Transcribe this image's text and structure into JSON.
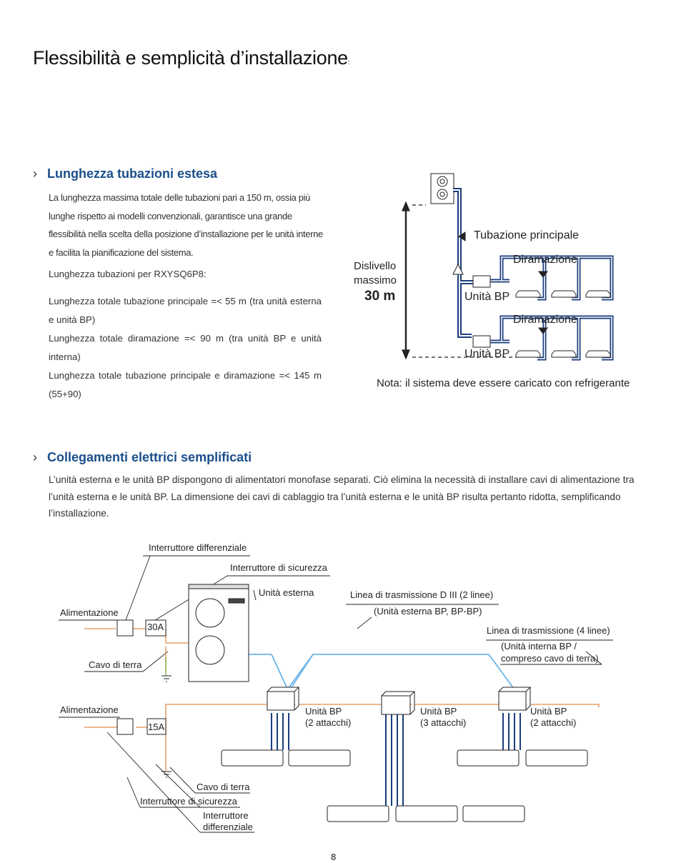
{
  "page": {
    "title": "Flessibilità e semplicità d’installazione",
    "title_suffix": ":",
    "page_number": "8"
  },
  "section1": {
    "chevron": "›",
    "heading": "Lunghezza tubazioni estesa",
    "paragraph": "La lunghezza massima totale delle tubazioni pari a 150 m, ossia più lunghe rispetto ai modelli convenzionali, garantisce una grande flessibilità nella scelta della posizione d’installazione per le unità interne e facilita la pianificazione del sistema.",
    "specs_title": "Lunghezza tubazioni per RXYSQ6P8:",
    "spec_1": "Lunghezza totale tubazione principale =< 55 m (tra unità esterna e unità BP)",
    "spec_2": "Lunghezza totale diramazione =< 90 m (tra unità BP e unità interna)",
    "spec_3": "Lunghezza totale tubazione principale e diramazione =< 145 m (55+90)"
  },
  "piping_diagram": {
    "level_diff_line1": "Dislivello",
    "level_diff_line2": "massimo",
    "level_diff_value": "30 m",
    "main_pipe": "Tubazione principale",
    "branch_1": "Diramazione",
    "branch_2": "Diramazione",
    "bp_unit_1": "Unità BP",
    "bp_unit_2": "Unità BP",
    "note": "Nota: il sistema deve essere caricato con refrigerante",
    "colors": {
      "pipe_outer": "#1a3d7c",
      "pipe_inner": "#ffffff",
      "line": "#222222"
    }
  },
  "section2": {
    "chevron": "›",
    "heading": "Collegamenti elettrici semplificati",
    "paragraph": "L’unità esterna e le unità BP dispongono di alimentatori monofase separati. Ciò elimina la necessità di installare cavi di alimentazione tra l’unità esterna e le unità BP. La dimensione dei cavi di cablaggio tra l’unità esterna e le unità BP risulta pertanto ridotta, semplificando l’installazione."
  },
  "wiring_diagram": {
    "rcd_top": "Interruttore differenziale",
    "breaker_top": "Interruttore di sicurezza",
    "outdoor_unit": "Unità esterna",
    "transmission_1": "Linea di trasmissione D III (2 linee)",
    "transmission_1_sub": "(Unità esterna BP, BP-BP)",
    "transmission_2": "Linea di trasmissione (4 linee)",
    "transmission_2_sub_1": "(Unità interna BP /",
    "transmission_2_sub_2": "compreso cavo di terra)",
    "power_supply_1": "Alimentazione",
    "fuse_1": "30A",
    "earth_cable_1": "Cavo di terra",
    "power_supply_2": "Alimentazione",
    "fuse_2": "15A",
    "bp_a_1": "Unità BP",
    "bp_a_2": "(2 attacchi)",
    "bp_b_1": "Unità BP",
    "bp_b_2": "(3 attacchi)",
    "bp_c_1": "Unità BP",
    "bp_c_2": "(2 attacchi)",
    "earth_cable_2": "Cavo di terra",
    "breaker_bottom": "Interruttore di sicurezza",
    "rcd_bottom_1": "Interruttore",
    "rcd_bottom_2": "differenziale",
    "colors": {
      "power": "#e8a06a",
      "transmission": "#6ab4e8",
      "indoor": "#1a3d7c",
      "earth": "#7fb84a"
    }
  }
}
